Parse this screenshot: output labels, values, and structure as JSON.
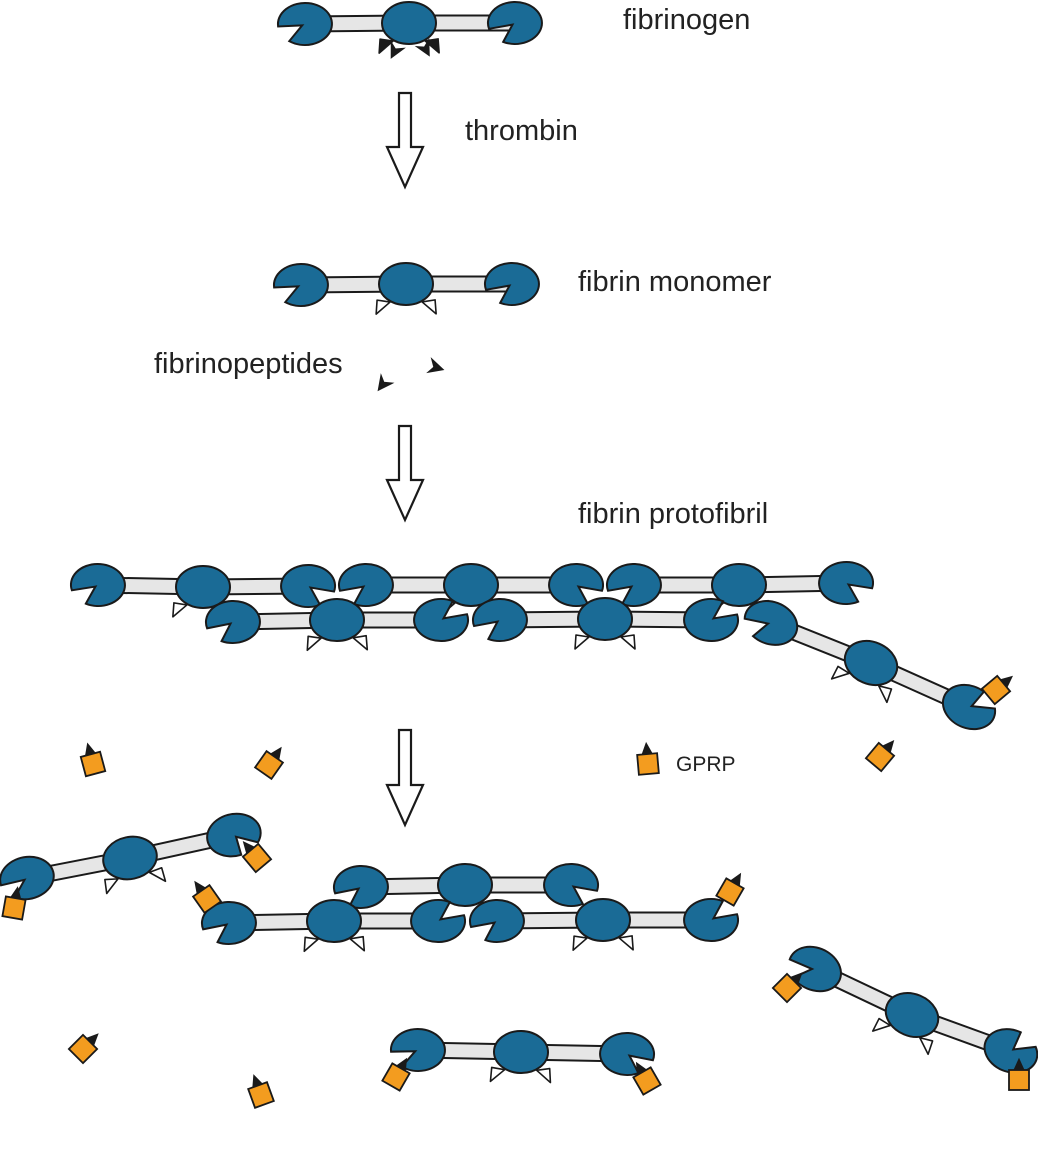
{
  "labels": {
    "fibrinogen": "fibrinogen",
    "thrombin": "thrombin",
    "fibrin_monomer": "fibrin monomer",
    "fibrinopeptides": "fibrinopeptides",
    "fibrin_protofibril": "fibrin protofibril",
    "gprp": "GPRP"
  },
  "colors": {
    "nodule": "#1a6b96",
    "rod": "#e6e6e6",
    "gprp_peptide": "#f39c1f",
    "outline": "#1a1a1a",
    "arrow_fill": "#ffffff"
  },
  "icons": {
    "nodule": "pac-man-ellipse",
    "fibrinopeptide": "chevron-icon",
    "binding_knob": "triangle-icon",
    "gprp_peptide": "square-with-knob-icon",
    "process_arrow": "hollow-down-arrow-icon"
  }
}
